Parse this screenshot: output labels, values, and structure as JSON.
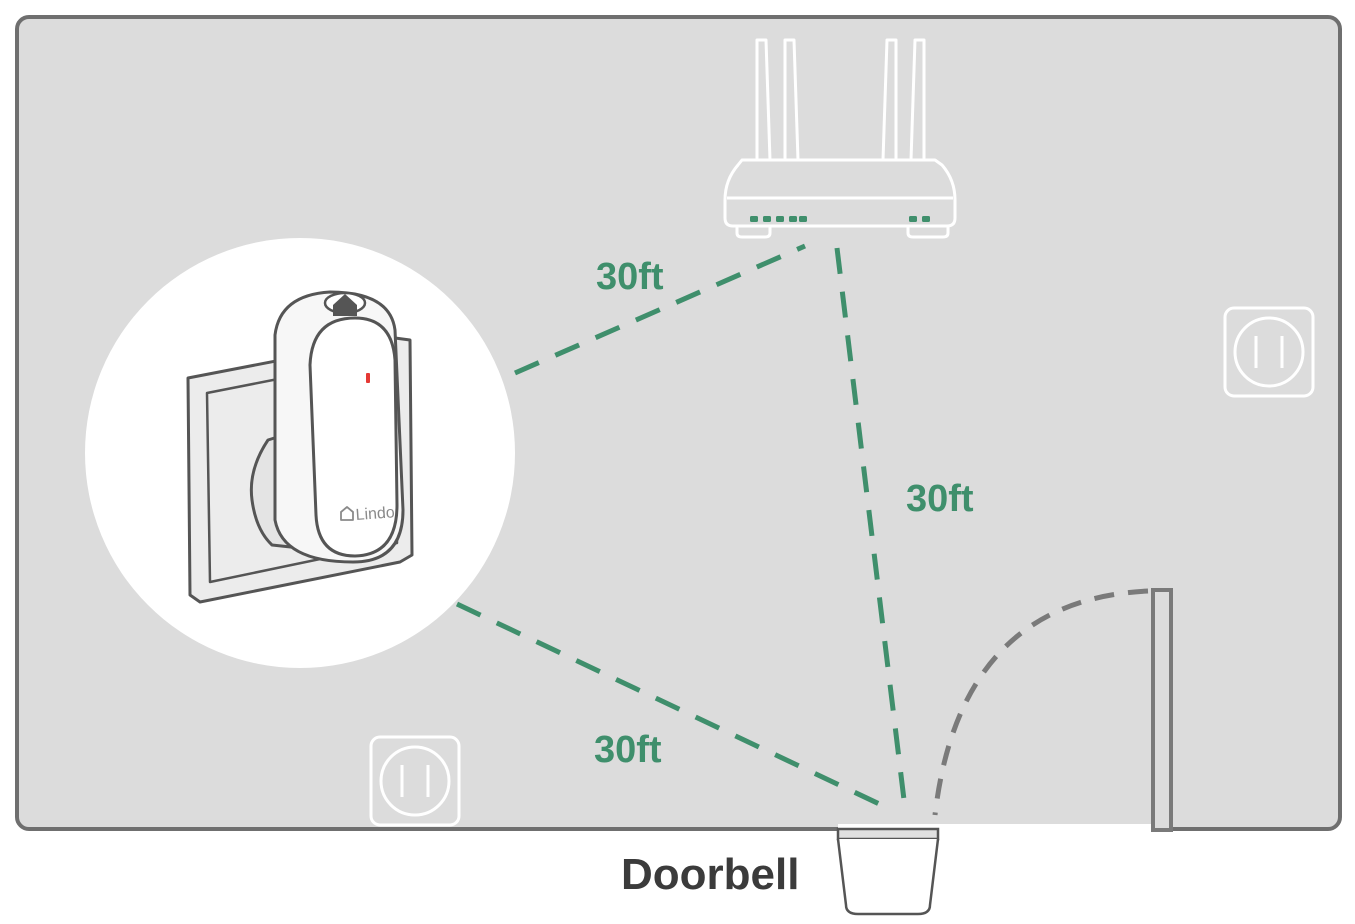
{
  "diagram": {
    "distance_labels": {
      "chime_to_router": "30ft",
      "router_to_doorbell": "30ft",
      "chime_to_doorbell": "30ft"
    },
    "doorbell_label": "Doorbell",
    "chime_brand": "Lindo",
    "icons": [
      "router-icon",
      "plug-in-chime-icon",
      "wall-outlet-icon",
      "doorbell-icon",
      "door-icon"
    ],
    "colors": {
      "room_fill": "#dcdcdc",
      "room_border": "#6f6f6f",
      "signal_line": "#3f8f6c",
      "door_swing": "#7a7a7a",
      "chime_indicator": "#e53935"
    }
  }
}
